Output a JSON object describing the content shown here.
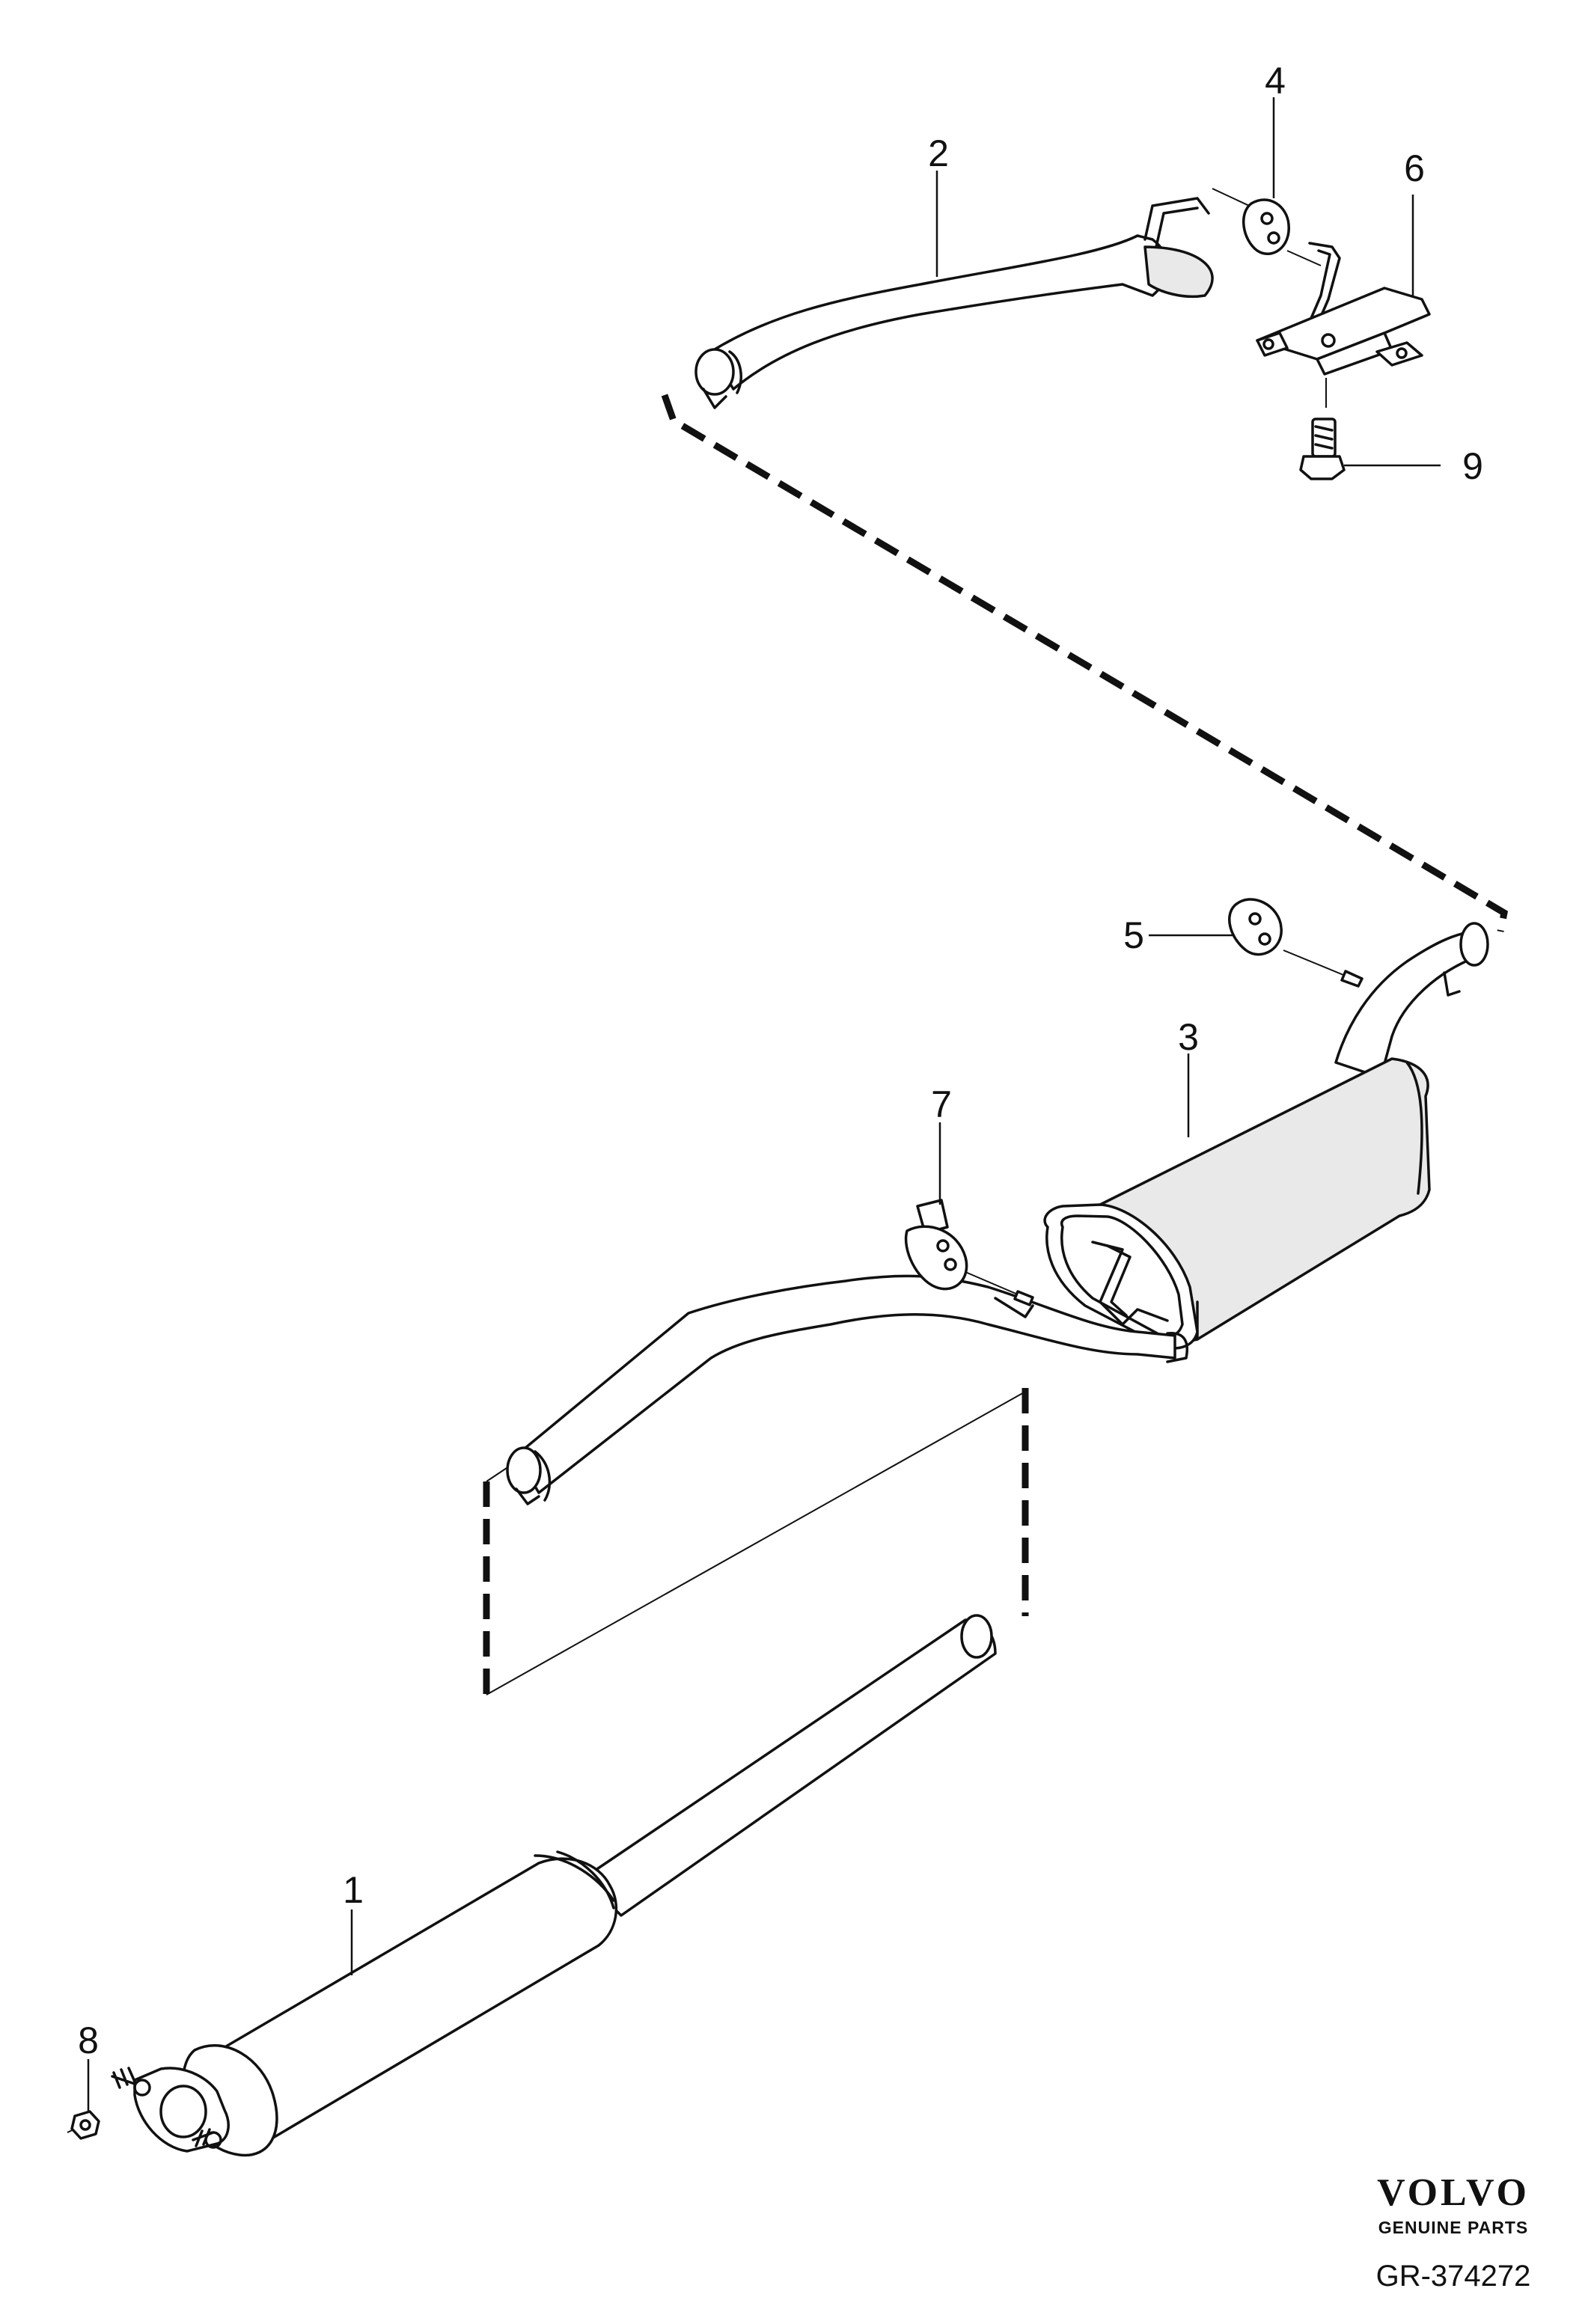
{
  "diagram": {
    "callouts": [
      {
        "id": "1",
        "label": "1"
      },
      {
        "id": "2",
        "label": "2"
      },
      {
        "id": "3",
        "label": "3"
      },
      {
        "id": "4",
        "label": "4"
      },
      {
        "id": "5",
        "label": "5"
      },
      {
        "id": "6",
        "label": "6"
      },
      {
        "id": "7",
        "label": "7"
      },
      {
        "id": "8",
        "label": "8"
      },
      {
        "id": "9",
        "label": "9"
      }
    ]
  },
  "branding": {
    "logo_text": "VOLVO",
    "tagline": "GENUINE PARTS"
  },
  "reference": "GR-374272"
}
